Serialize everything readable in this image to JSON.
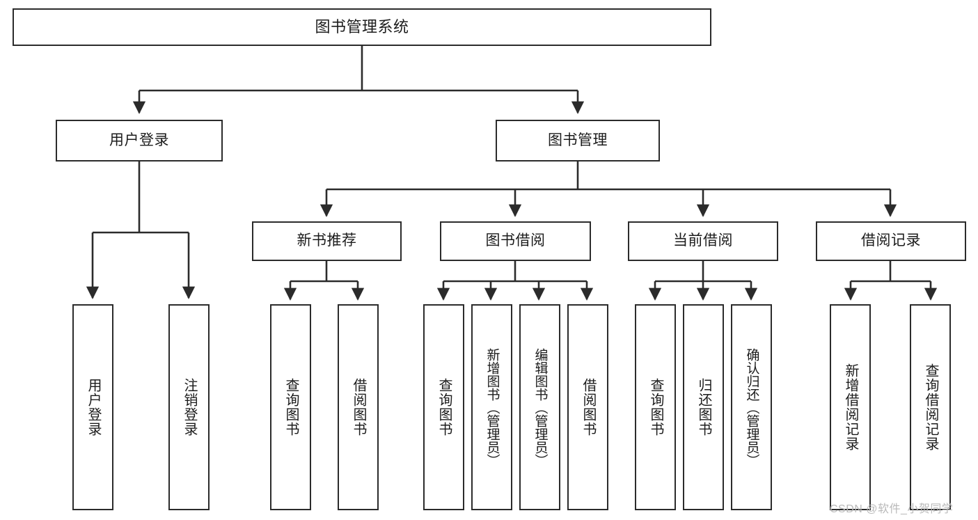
{
  "diagram": {
    "type": "hierarchy-tree",
    "title": "图书管理系统",
    "root": {
      "id": "root",
      "label": "图书管理系统"
    },
    "level2": [
      {
        "id": "user-login",
        "label": "用户登录"
      },
      {
        "id": "book-manage",
        "label": "图书管理"
      }
    ],
    "level3": [
      {
        "id": "new-book-rec",
        "label": "新书推荐",
        "parent": "book-manage"
      },
      {
        "id": "book-borrow",
        "label": "图书借阅",
        "parent": "book-manage"
      },
      {
        "id": "current-borrow",
        "label": "当前借阅",
        "parent": "book-manage"
      },
      {
        "id": "borrow-record",
        "label": "借阅记录",
        "parent": "book-manage"
      }
    ],
    "leaves": {
      "user-login": [
        {
          "id": "leaf-user-login",
          "label": "用户登录"
        },
        {
          "id": "leaf-logout-login",
          "label": "注销登录"
        }
      ],
      "new-book-rec": [
        {
          "id": "leaf-query-book-1",
          "label": "查询图书"
        },
        {
          "id": "leaf-borrow-book-1",
          "label": "借阅图书"
        }
      ],
      "book-borrow": [
        {
          "id": "leaf-query-book-2",
          "label": "查询图书"
        },
        {
          "id": "leaf-add-book",
          "label": "新增图书（管理员）"
        },
        {
          "id": "leaf-edit-book",
          "label": "编辑图书（管理员）"
        },
        {
          "id": "leaf-borrow-book-2",
          "label": "借阅图书"
        }
      ],
      "current-borrow": [
        {
          "id": "leaf-query-book-3",
          "label": "查询图书"
        },
        {
          "id": "leaf-return-book",
          "label": "归还图书"
        },
        {
          "id": "leaf-confirm-return",
          "label": "确认归还（管理员）"
        }
      ],
      "borrow-record": [
        {
          "id": "leaf-add-record",
          "label": "新增借阅记录"
        },
        {
          "id": "leaf-query-record",
          "label": "查询借阅记录"
        }
      ]
    }
  },
  "watermark": {
    "text": "CSDN @软件_小贺同学"
  },
  "colors": {
    "stroke": "#2b2b2b",
    "fill": "#ffffff",
    "text": "#1c1c1c",
    "watermark": "#b9b9b9"
  }
}
